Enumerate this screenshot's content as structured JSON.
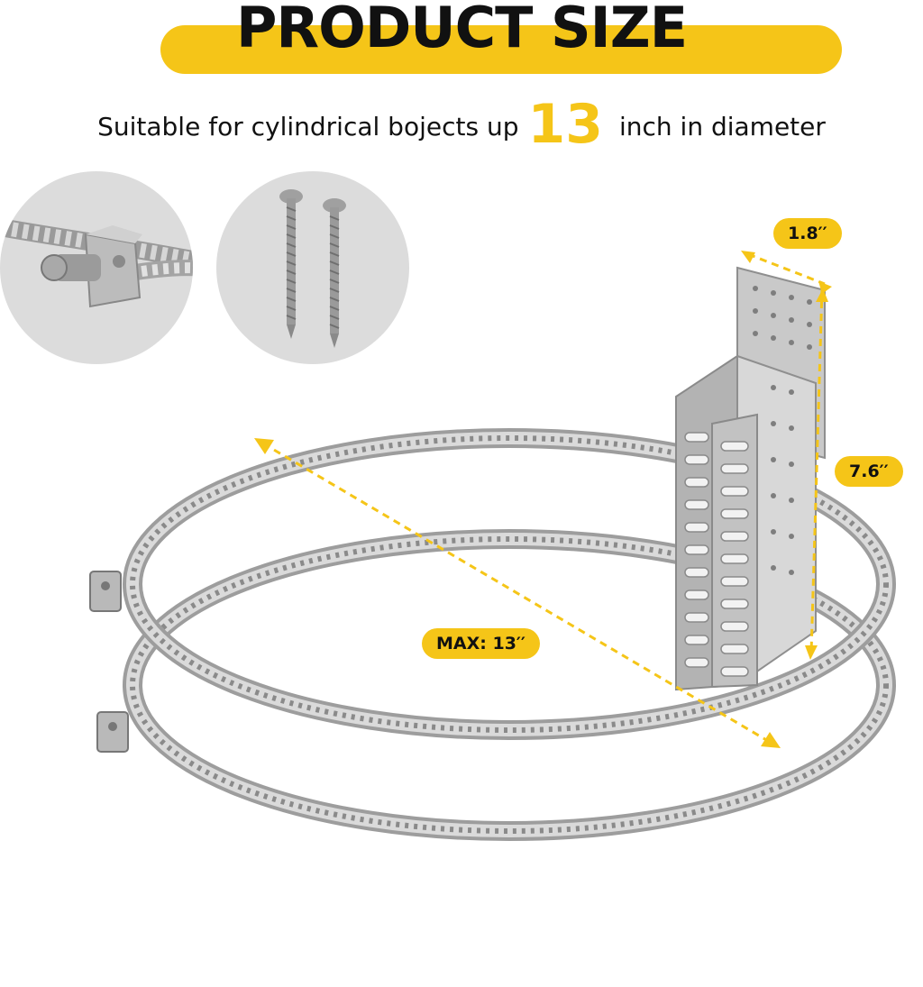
{
  "header": {
    "title": "PRODUCT SIZE",
    "subtitle_before": "Suitable for cylindrical bojects up",
    "subtitle_number": "13",
    "subtitle_after": "inch in diameter"
  },
  "dimensions": {
    "width_label": "1.8′′",
    "height_label": "7.6′′",
    "max_label": "MAX: 13′′"
  },
  "colors": {
    "accent": "#F5C518",
    "text": "#111111",
    "metal": "#b8b8b8",
    "circle_bg": "#dcdcdc"
  },
  "icons": [
    "clamp-detail-icon",
    "screws-icon",
    "hose-clamp-icon",
    "mounting-bracket-icon"
  ]
}
